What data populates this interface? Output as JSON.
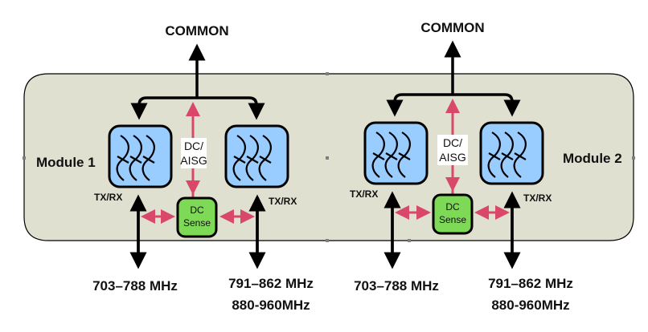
{
  "colors": {
    "panel_fill": "#dfe0cf",
    "filter_fill": "#99ccff",
    "dc_sense_fill": "#7ed957",
    "dc_line": "#d9476b",
    "signal_line": "#000000"
  },
  "modules": [
    {
      "name": "Module 1",
      "common_label": "COMMON",
      "dc_label_line1": "DC/",
      "dc_label_line2": "AISG",
      "dc_sense_line1": "DC",
      "dc_sense_line2": "Sense",
      "left_port": {
        "txrx_label": "TX/RX",
        "freq_line1": "703–788 MHz",
        "icon": "bandpass-filter-icon"
      },
      "right_port": {
        "txrx_label": "TX/RX",
        "freq_line1": "791–862 MHz",
        "freq_line2": "880-960MHz",
        "icon": "bandpass-filter-icon"
      }
    },
    {
      "name": "Module 2",
      "common_label": "COMMON",
      "dc_label_line1": "DC/",
      "dc_label_line2": "AISG",
      "dc_sense_line1": "DC",
      "dc_sense_line2": "Sense",
      "left_port": {
        "txrx_label": "TX/RX",
        "freq_line1": "703–788 MHz",
        "icon": "bandpass-filter-icon"
      },
      "right_port": {
        "txrx_label": "TX/RX",
        "freq_line1": "791–862 MHz",
        "freq_line2": "880-960MHz",
        "icon": "bandpass-filter-icon"
      }
    }
  ]
}
